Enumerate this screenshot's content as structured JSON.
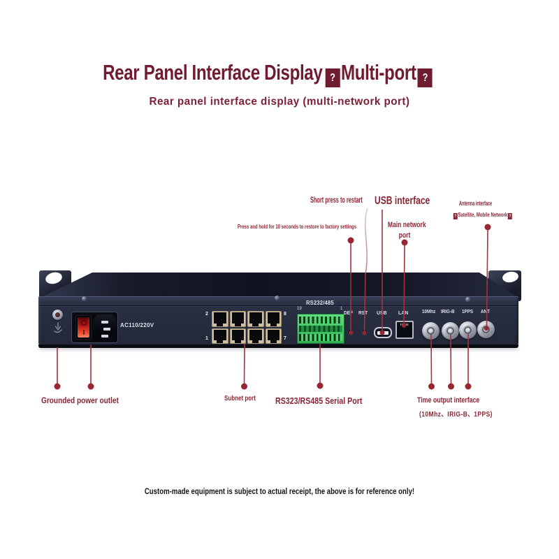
{
  "glyphs": {
    "missing": "?"
  },
  "colors": {
    "accent": "#6f1c31",
    "subtitle": "#7e2036",
    "annotation": "#8c2434",
    "leader": "#a4323e",
    "dot": "#992732",
    "panel_navy": "#272c3f",
    "terminal_green": "#2fae50",
    "rj45_tan": "#cfc0a0",
    "switch_red": "#e8402b",
    "port_label": "#dde0e8",
    "disclaimer": "#151515"
  },
  "header": {
    "title_main": "Rear Panel Interface Display",
    "title_bracket": "Multi-port",
    "subtitle": "Rear panel interface display (multi-network port)"
  },
  "panel": {
    "power_label": "AC110/220V",
    "serial_label": "RS232/485",
    "serial_pin_first": "19",
    "serial_pin_last": "1",
    "def_label": "DEF",
    "rst_label": "RST",
    "usb_label": "USB",
    "lan_label": "LAN",
    "bnc_labels": {
      "mhz10": "10Mhz",
      "irigb": "IRIG-B",
      "pps1": "1PPS",
      "ant": "ANT"
    },
    "rj45_numbers": {
      "top_left": "2",
      "top_right": "8",
      "bottom_left": "1",
      "bottom_right": "7"
    }
  },
  "annotations": {
    "factory_reset": "Press and hold for 10 seconds to restore to factory settings",
    "restart": "Short press to restart",
    "usb": "USB interface",
    "main_network_line1": "Main network",
    "main_network_line2": "port",
    "antenna_line1": "Antenna interface",
    "antenna_line2": "Satellite, Mobile Network",
    "ground": "Grounded power outlet",
    "subnet": "Subnet port",
    "serial": "RS323/RS485 Serial Port",
    "time_output_line1": "Time output interface",
    "time_output_line2": "(10Mhz、IRIG-B、1PPS)"
  },
  "footer": {
    "disclaimer": "Custom-made equipment is subject to actual receipt, the above is for reference only!"
  }
}
